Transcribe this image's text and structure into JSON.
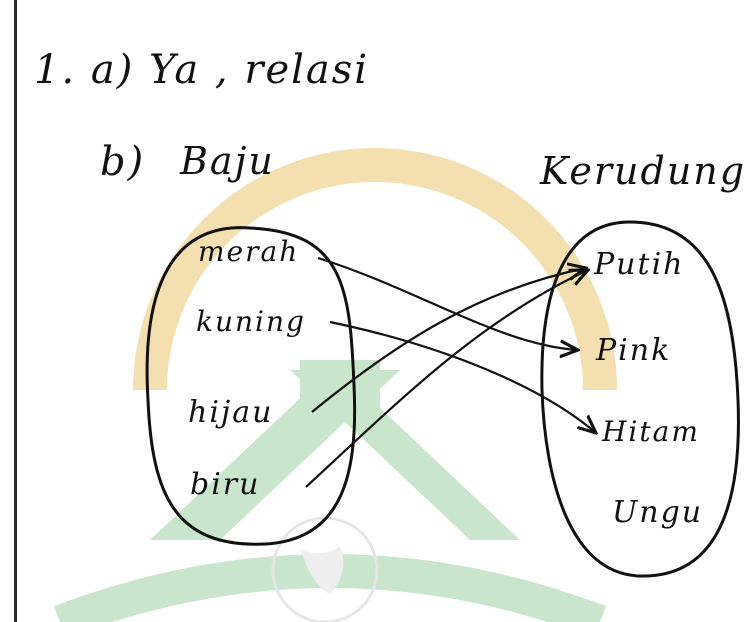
{
  "answer": {
    "line1": "1. a) Ya , relasi",
    "part_b_label": "b)",
    "domain_title": "Baju",
    "codomain_title": "Kerudung"
  },
  "domain_items": [
    "merah",
    "kuning",
    "hijau",
    "biru"
  ],
  "codomain_items": [
    "Putih",
    "Pink",
    "Hitam",
    "Ungu"
  ],
  "mapping": [
    {
      "from": "merah",
      "to": "Pink"
    },
    {
      "from": "kuning",
      "to": "Hitam"
    },
    {
      "from": "hijau",
      "to": "Putih"
    },
    {
      "from": "biru",
      "to": "Putih"
    }
  ],
  "colors": {
    "ink": "#111111",
    "watermark_green": "#c9e6cd",
    "watermark_gold": "#f3dfb0"
  }
}
